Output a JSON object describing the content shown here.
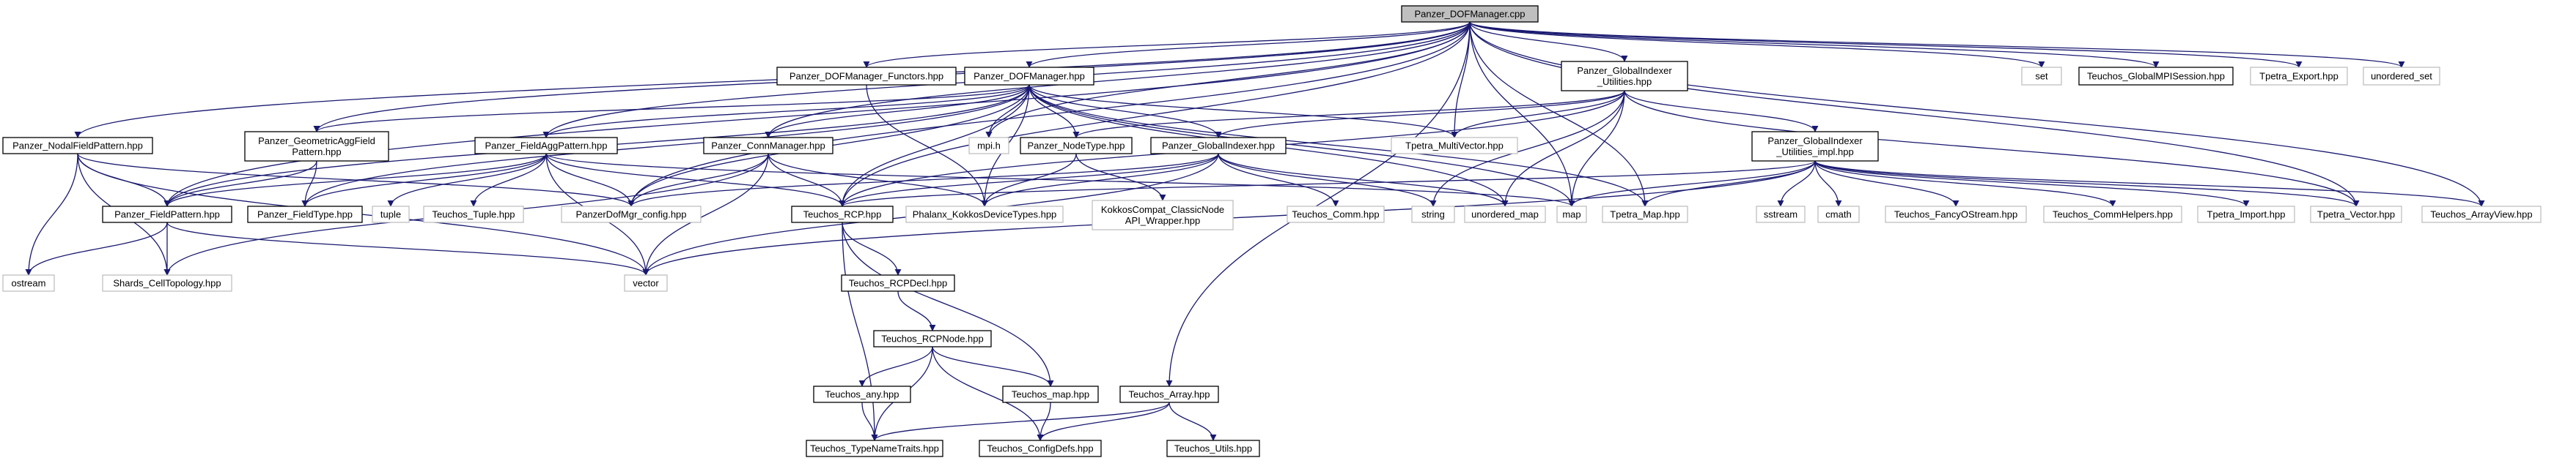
{
  "colors": {
    "edge": "#191970",
    "root_fill": "#bfbfbf",
    "documented_border": "#000000",
    "undocumented_border": "#bfbfbf",
    "undocumented_text": "#7f7f7f",
    "background": "#ffffff"
  },
  "nodes": [
    {
      "id": "root",
      "lines": [
        "Panzer_DOFManager.cpp"
      ],
      "kind": "root"
    },
    {
      "id": "set",
      "lines": [
        "set"
      ],
      "kind": "system"
    },
    {
      "id": "gmpi",
      "lines": [
        "Teuchos_GlobalMPISession.hpp"
      ],
      "kind": "doc"
    },
    {
      "id": "texport",
      "lines": [
        "Tpetra_Export.hpp"
      ],
      "kind": "system"
    },
    {
      "id": "uset",
      "lines": [
        "unordered_set"
      ],
      "kind": "system"
    },
    {
      "id": "dfunc",
      "lines": [
        "Panzer_DOFManager_Functors.hpp"
      ],
      "kind": "doc"
    },
    {
      "id": "dofmgr",
      "lines": [
        "Panzer_DOFManager.hpp"
      ],
      "kind": "doc"
    },
    {
      "id": "giu",
      "lines": [
        "Panzer_GlobalIndexer",
        "_Utilities.hpp"
      ],
      "kind": "doc"
    },
    {
      "id": "nfp",
      "lines": [
        "Panzer_NodalFieldPattern.hpp"
      ],
      "kind": "doc"
    },
    {
      "id": "gafp",
      "lines": [
        "Panzer_GeometricAggField",
        "Pattern.hpp"
      ],
      "kind": "doc"
    },
    {
      "id": "fap",
      "lines": [
        "Panzer_FieldAggPattern.hpp"
      ],
      "kind": "doc"
    },
    {
      "id": "comm",
      "lines": [
        "Panzer_ConnManager.hpp"
      ],
      "kind": "doc"
    },
    {
      "id": "mpih",
      "lines": [
        "mpi.h"
      ],
      "kind": "system"
    },
    {
      "id": "ntype",
      "lines": [
        "Panzer_NodeType.hpp"
      ],
      "kind": "doc"
    },
    {
      "id": "gidx",
      "lines": [
        "Panzer_GlobalIndexer.hpp"
      ],
      "kind": "doc"
    },
    {
      "id": "tmv",
      "lines": [
        "Tpetra_MultiVector.hpp"
      ],
      "kind": "system"
    },
    {
      "id": "giuimpl",
      "lines": [
        "Panzer_GlobalIndexer",
        "_Utilities_impl.hpp"
      ],
      "kind": "doc"
    },
    {
      "id": "fp",
      "lines": [
        "Panzer_FieldPattern.hpp"
      ],
      "kind": "doc"
    },
    {
      "id": "ftype",
      "lines": [
        "Panzer_FieldType.hpp"
      ],
      "kind": "doc"
    },
    {
      "id": "tuple",
      "lines": [
        "tuple"
      ],
      "kind": "system"
    },
    {
      "id": "ttuple",
      "lines": [
        "Teuchos_Tuple.hpp"
      ],
      "kind": "system"
    },
    {
      "id": "pdcfg",
      "lines": [
        "PanzerDofMgr_config.hpp"
      ],
      "kind": "system"
    },
    {
      "id": "rcp",
      "lines": [
        "Teuchos_RCP.hpp"
      ],
      "kind": "doc"
    },
    {
      "id": "phalanx",
      "lines": [
        "Phalanx_KokkosDeviceTypes.hpp"
      ],
      "kind": "system"
    },
    {
      "id": "kokkos",
      "lines": [
        "KokkosCompat_ClassicNode",
        "API_Wrapper.hpp"
      ],
      "kind": "system"
    },
    {
      "id": "tcomm",
      "lines": [
        "Teuchos_Comm.hpp"
      ],
      "kind": "system"
    },
    {
      "id": "string",
      "lines": [
        "string"
      ],
      "kind": "system"
    },
    {
      "id": "umap",
      "lines": [
        "unordered_map"
      ],
      "kind": "system"
    },
    {
      "id": "map",
      "lines": [
        "map"
      ],
      "kind": "system"
    },
    {
      "id": "tmap",
      "lines": [
        "Tpetra_Map.hpp"
      ],
      "kind": "system"
    },
    {
      "id": "sstream",
      "lines": [
        "sstream"
      ],
      "kind": "system"
    },
    {
      "id": "cmath",
      "lines": [
        "cmath"
      ],
      "kind": "system"
    },
    {
      "id": "tfancy",
      "lines": [
        "Teuchos_FancyOStream.hpp"
      ],
      "kind": "system"
    },
    {
      "id": "tcommh",
      "lines": [
        "Teuchos_CommHelpers.hpp"
      ],
      "kind": "system"
    },
    {
      "id": "timport",
      "lines": [
        "Tpetra_Import.hpp"
      ],
      "kind": "system"
    },
    {
      "id": "tvector",
      "lines": [
        "Tpetra_Vector.hpp"
      ],
      "kind": "system"
    },
    {
      "id": "tav",
      "lines": [
        "Teuchos_ArrayView.hpp"
      ],
      "kind": "system"
    },
    {
      "id": "ostream",
      "lines": [
        "ostream"
      ],
      "kind": "system"
    },
    {
      "id": "shards",
      "lines": [
        "Shards_CellTopology.hpp"
      ],
      "kind": "system"
    },
    {
      "id": "vector",
      "lines": [
        "vector"
      ],
      "kind": "system"
    },
    {
      "id": "rcpdecl",
      "lines": [
        "Teuchos_RCPDecl.hpp"
      ],
      "kind": "doc"
    },
    {
      "id": "rcpnode",
      "lines": [
        "Teuchos_RCPNode.hpp"
      ],
      "kind": "doc"
    },
    {
      "id": "tany",
      "lines": [
        "Teuchos_any.hpp"
      ],
      "kind": "doc"
    },
    {
      "id": "tmaph",
      "lines": [
        "Teuchos_map.hpp"
      ],
      "kind": "doc"
    },
    {
      "id": "tarray",
      "lines": [
        "Teuchos_Array.hpp"
      ],
      "kind": "doc"
    },
    {
      "id": "tnt",
      "lines": [
        "Teuchos_TypeNameTraits.hpp"
      ],
      "kind": "doc"
    },
    {
      "id": "tcd",
      "lines": [
        "Teuchos_ConfigDefs.hpp"
      ],
      "kind": "doc"
    },
    {
      "id": "tutils",
      "lines": [
        "Teuchos_Utils.hpp"
      ],
      "kind": "doc"
    }
  ],
  "edges": [
    [
      "root",
      "set"
    ],
    [
      "root",
      "gmpi"
    ],
    [
      "root",
      "texport"
    ],
    [
      "root",
      "uset"
    ],
    [
      "root",
      "dfunc"
    ],
    [
      "root",
      "dofmgr"
    ],
    [
      "root",
      "giu"
    ],
    [
      "root",
      "nfp"
    ],
    [
      "root",
      "gafp"
    ],
    [
      "root",
      "fap"
    ],
    [
      "root",
      "comm"
    ],
    [
      "root",
      "mpih"
    ],
    [
      "root",
      "tmv"
    ],
    [
      "root",
      "fp"
    ],
    [
      "root",
      "pdcfg"
    ],
    [
      "root",
      "rcp"
    ],
    [
      "root",
      "map"
    ],
    [
      "root",
      "tmap"
    ],
    [
      "root",
      "tvector"
    ],
    [
      "root",
      "tav"
    ],
    [
      "root",
      "tarray"
    ],
    [
      "dfunc",
      "phalanx"
    ],
    [
      "dofmgr",
      "gafp"
    ],
    [
      "dofmgr",
      "fap"
    ],
    [
      "dofmgr",
      "comm"
    ],
    [
      "dofmgr",
      "mpih"
    ],
    [
      "dofmgr",
      "ntype"
    ],
    [
      "dofmgr",
      "gidx"
    ],
    [
      "dofmgr",
      "tmv"
    ],
    [
      "dofmgr",
      "fp"
    ],
    [
      "dofmgr",
      "ftype"
    ],
    [
      "dofmgr",
      "pdcfg"
    ],
    [
      "dofmgr",
      "rcp"
    ],
    [
      "dofmgr",
      "phalanx"
    ],
    [
      "dofmgr",
      "umap"
    ],
    [
      "dofmgr",
      "map"
    ],
    [
      "dofmgr",
      "tmap"
    ],
    [
      "giu",
      "gidx"
    ],
    [
      "giu",
      "ntype"
    ],
    [
      "giu",
      "tmv"
    ],
    [
      "giu",
      "giuimpl"
    ],
    [
      "giu",
      "string"
    ],
    [
      "giu",
      "umap"
    ],
    [
      "giu",
      "map"
    ],
    [
      "giu",
      "tvector"
    ],
    [
      "giu",
      "rcp"
    ],
    [
      "nfp",
      "fp"
    ],
    [
      "nfp",
      "pdcfg"
    ],
    [
      "nfp",
      "ostream"
    ],
    [
      "nfp",
      "shards"
    ],
    [
      "nfp",
      "vector"
    ],
    [
      "gafp",
      "fp"
    ],
    [
      "gafp",
      "ftype"
    ],
    [
      "fap",
      "fp"
    ],
    [
      "fap",
      "ftype"
    ],
    [
      "fap",
      "tuple"
    ],
    [
      "fap",
      "ttuple"
    ],
    [
      "fap",
      "pdcfg"
    ],
    [
      "fap",
      "rcp"
    ],
    [
      "fap",
      "vector"
    ],
    [
      "fap",
      "map"
    ],
    [
      "comm",
      "pdcfg"
    ],
    [
      "comm",
      "rcp"
    ],
    [
      "comm",
      "shards"
    ],
    [
      "comm",
      "vector"
    ],
    [
      "comm",
      "phalanx"
    ],
    [
      "ntype",
      "phalanx"
    ],
    [
      "ntype",
      "kokkos"
    ],
    [
      "gidx",
      "pdcfg"
    ],
    [
      "gidx",
      "rcp"
    ],
    [
      "gidx",
      "phalanx"
    ],
    [
      "gidx",
      "tcomm"
    ],
    [
      "gidx",
      "string"
    ],
    [
      "gidx",
      "umap"
    ],
    [
      "gidx",
      "vector"
    ],
    [
      "giuimpl",
      "rcp"
    ],
    [
      "giuimpl",
      "sstream"
    ],
    [
      "giuimpl",
      "cmath"
    ],
    [
      "giuimpl",
      "tfancy"
    ],
    [
      "giuimpl",
      "tcommh"
    ],
    [
      "giuimpl",
      "timport"
    ],
    [
      "giuimpl",
      "tvector"
    ],
    [
      "giuimpl",
      "tav"
    ],
    [
      "giuimpl",
      "tmap"
    ],
    [
      "giuimpl",
      "map"
    ],
    [
      "giuimpl",
      "vector"
    ],
    [
      "fp",
      "ostream"
    ],
    [
      "fp",
      "shards"
    ],
    [
      "fp",
      "vector"
    ],
    [
      "rcp",
      "rcpdecl"
    ],
    [
      "rcp",
      "tnt"
    ],
    [
      "rcp",
      "tmaph"
    ],
    [
      "rcpdecl",
      "rcpnode"
    ],
    [
      "rcpnode",
      "tany"
    ],
    [
      "rcpnode",
      "tmaph"
    ],
    [
      "rcpnode",
      "tnt"
    ],
    [
      "rcpnode",
      "tcd"
    ],
    [
      "tany",
      "tnt"
    ],
    [
      "tmaph",
      "tcd"
    ],
    [
      "tarray",
      "tnt"
    ],
    [
      "tarray",
      "tcd"
    ],
    [
      "tarray",
      "tutils"
    ]
  ]
}
